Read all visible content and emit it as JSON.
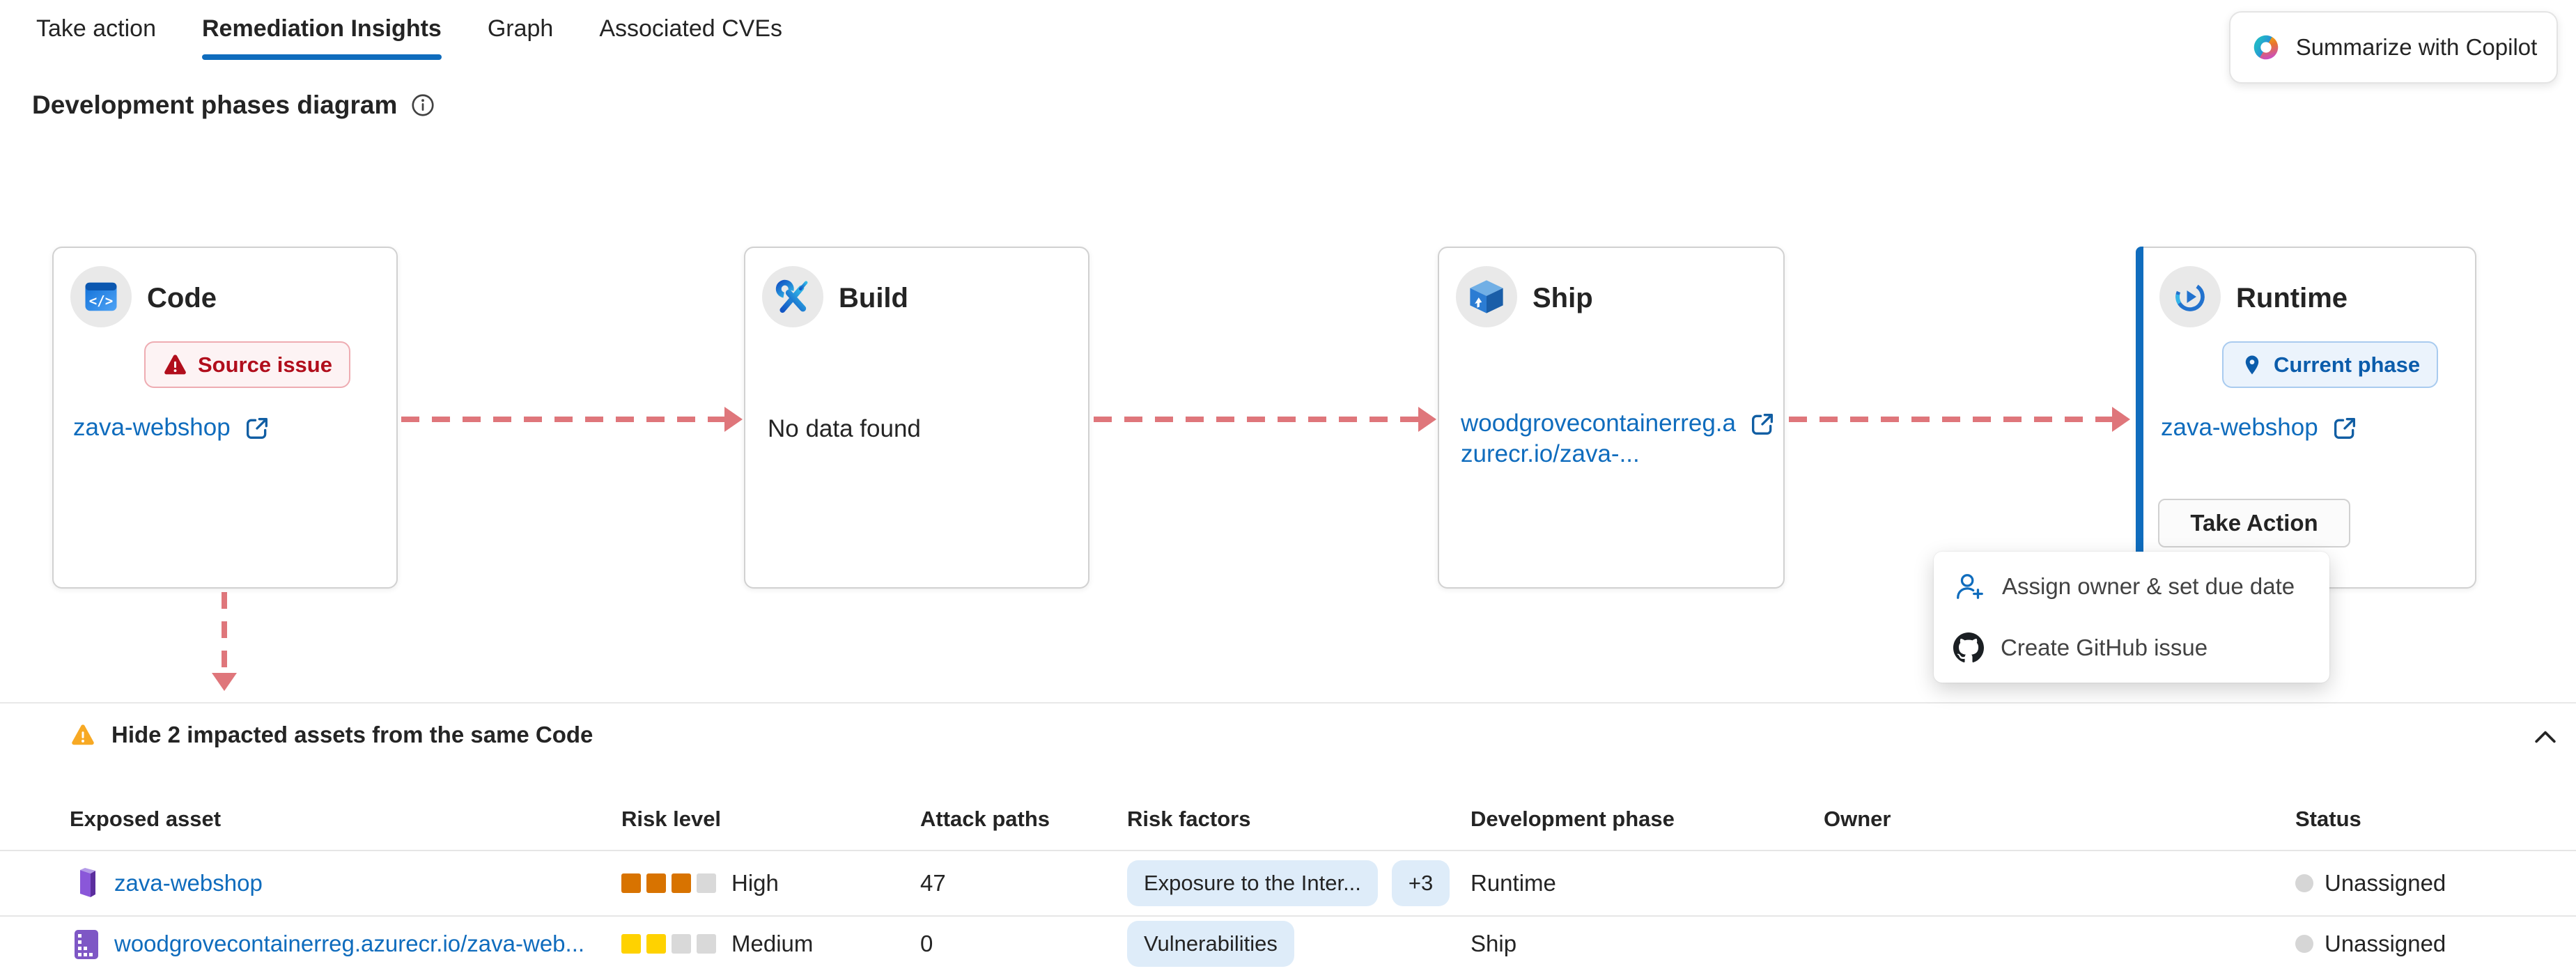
{
  "colors": {
    "accent": "#0F6CBD",
    "link": "#0F6CBD",
    "arrow": "#DF767B",
    "risk_high": "#D87300",
    "risk_medium": "#FFD200",
    "risk_empty": "#D9D9D9",
    "source_issue_text": "#B10E1C",
    "current_phase_text": "#0B5CAB",
    "warning_orange": "#F7A924",
    "risk_factor_pill_bg": "#DEECF9",
    "status_dot": "#D6D6D6"
  },
  "tabs": {
    "items": [
      {
        "label": "Take action",
        "active": false
      },
      {
        "label": "Remediation Insights",
        "active": true
      },
      {
        "label": "Graph",
        "active": false
      },
      {
        "label": "Associated CVEs",
        "active": false
      }
    ]
  },
  "toolbar": {
    "copilot_label": "Summarize with Copilot"
  },
  "header": {
    "title": "Development phases diagram"
  },
  "diagram": {
    "phases": {
      "code": {
        "title": "Code",
        "badge_label": "Source issue",
        "link_label": "zava-webshop"
      },
      "build": {
        "title": "Build",
        "empty_text": "No data found"
      },
      "ship": {
        "title": "Ship",
        "link_line1": "woodgrovecontainerreg.a",
        "link_line2": "zurecr.io/zava-..."
      },
      "runtime": {
        "title": "Runtime",
        "badge_label": "Current phase",
        "link_label": "zava-webshop",
        "action_button_label": "Take Action"
      }
    },
    "action_menu": {
      "items": [
        {
          "label": "Assign owner & set due date"
        },
        {
          "label": "Create GitHub issue"
        }
      ]
    }
  },
  "impacted_assets": {
    "toggle_label": "Hide 2 impacted assets from the same Code",
    "columns": {
      "exposed_asset": "Exposed asset",
      "risk_level": "Risk level",
      "attack_paths": "Attack paths",
      "risk_factors": "Risk factors",
      "development_phase": "Development phase",
      "owner": "Owner",
      "status": "Status"
    },
    "rows": [
      {
        "asset": "zava-webshop",
        "risk_level": "High",
        "risk_filled": 3,
        "risk_total": 4,
        "attack_paths": "47",
        "risk_factors": [
          "Exposure to the Inter...",
          "+3"
        ],
        "development_phase": "Runtime",
        "owner": "",
        "status": "Unassigned"
      },
      {
        "asset": "woodgrovecontainerreg.azurecr.io/zava-web...",
        "risk_level": "Medium",
        "risk_filled": 2,
        "risk_total": 4,
        "attack_paths": "0",
        "risk_factors": [
          "Vulnerabilities"
        ],
        "development_phase": "Ship",
        "owner": "",
        "status": "Unassigned"
      }
    ]
  }
}
